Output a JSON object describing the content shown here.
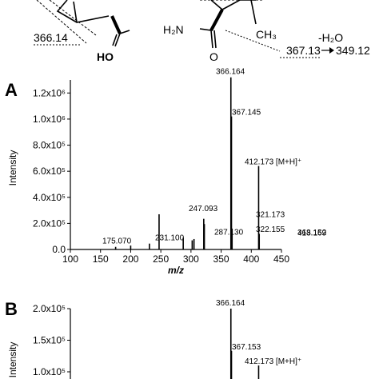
{
  "structure": {
    "frag_left": "366.14",
    "frag_right": "367.13",
    "arrow_text": "-H₂O",
    "arrow_product": "349.12",
    "atom_h2n": "H₂N",
    "atom_ho": "HO",
    "atom_ch3": "CH₃",
    "atom_o": "O"
  },
  "chart_data": [
    {
      "type": "bar",
      "panel": "A",
      "xlabel": "m/z",
      "ylabel": "Intensity",
      "xlim": [
        100,
        450
      ],
      "ylim": [
        0,
        1300000
      ],
      "x_ticks": [
        "100",
        "150",
        "200",
        "250",
        "300",
        "350",
        "400",
        "450"
      ],
      "y_ticks": [
        "0.0",
        "2.0x10⁵",
        "4.0x10⁵",
        "6.0x10⁵",
        "8.0x10⁵",
        "1.0x10⁶",
        "1.2x10⁶"
      ],
      "peaks": [
        {
          "mz": 175.07,
          "intensity": 20000,
          "label": "175.070"
        },
        {
          "mz": 200.0,
          "intensity": 30000,
          "label": ""
        },
        {
          "mz": 231.1,
          "intensity": 45000,
          "label": "231.100"
        },
        {
          "mz": 247.093,
          "intensity": 270000,
          "label": "247.093"
        },
        {
          "mz": 287.13,
          "intensity": 90000,
          "label": "287.130"
        },
        {
          "mz": 302.0,
          "intensity": 70000,
          "label": ""
        },
        {
          "mz": 305.0,
          "intensity": 80000,
          "label": ""
        },
        {
          "mz": 321.173,
          "intensity": 235000,
          "label": "321.173"
        },
        {
          "mz": 322.155,
          "intensity": 195000,
          "label": "322.155"
        },
        {
          "mz": 366.164,
          "intensity": 1320000,
          "label": "366.164"
        },
        {
          "mz": 367.145,
          "intensity": 1020000,
          "label": "367.145"
        },
        {
          "mz": 368.152,
          "intensity": 160000,
          "label": "368.152"
        },
        {
          "mz": 412.173,
          "intensity": 640000,
          "label": "412.173 [M+H]⁺"
        },
        {
          "mz": 413.169,
          "intensity": 120000,
          "label": "413.169"
        }
      ]
    },
    {
      "type": "bar",
      "panel": "B",
      "xlabel": "",
      "ylabel": "Intensity",
      "xlim": [
        100,
        450
      ],
      "ylim": [
        0,
        200000
      ],
      "y_ticks": [
        "1.0x10⁵",
        "1.5x10⁵",
        "2.0x10⁵"
      ],
      "peaks": [
        {
          "mz": 366.164,
          "intensity": 200000,
          "label": "366.164"
        },
        {
          "mz": 367.153,
          "intensity": 133000,
          "label": "367.153"
        },
        {
          "mz": 412.173,
          "intensity": 110000,
          "label": "412.173 [M+H]⁺"
        }
      ]
    }
  ]
}
